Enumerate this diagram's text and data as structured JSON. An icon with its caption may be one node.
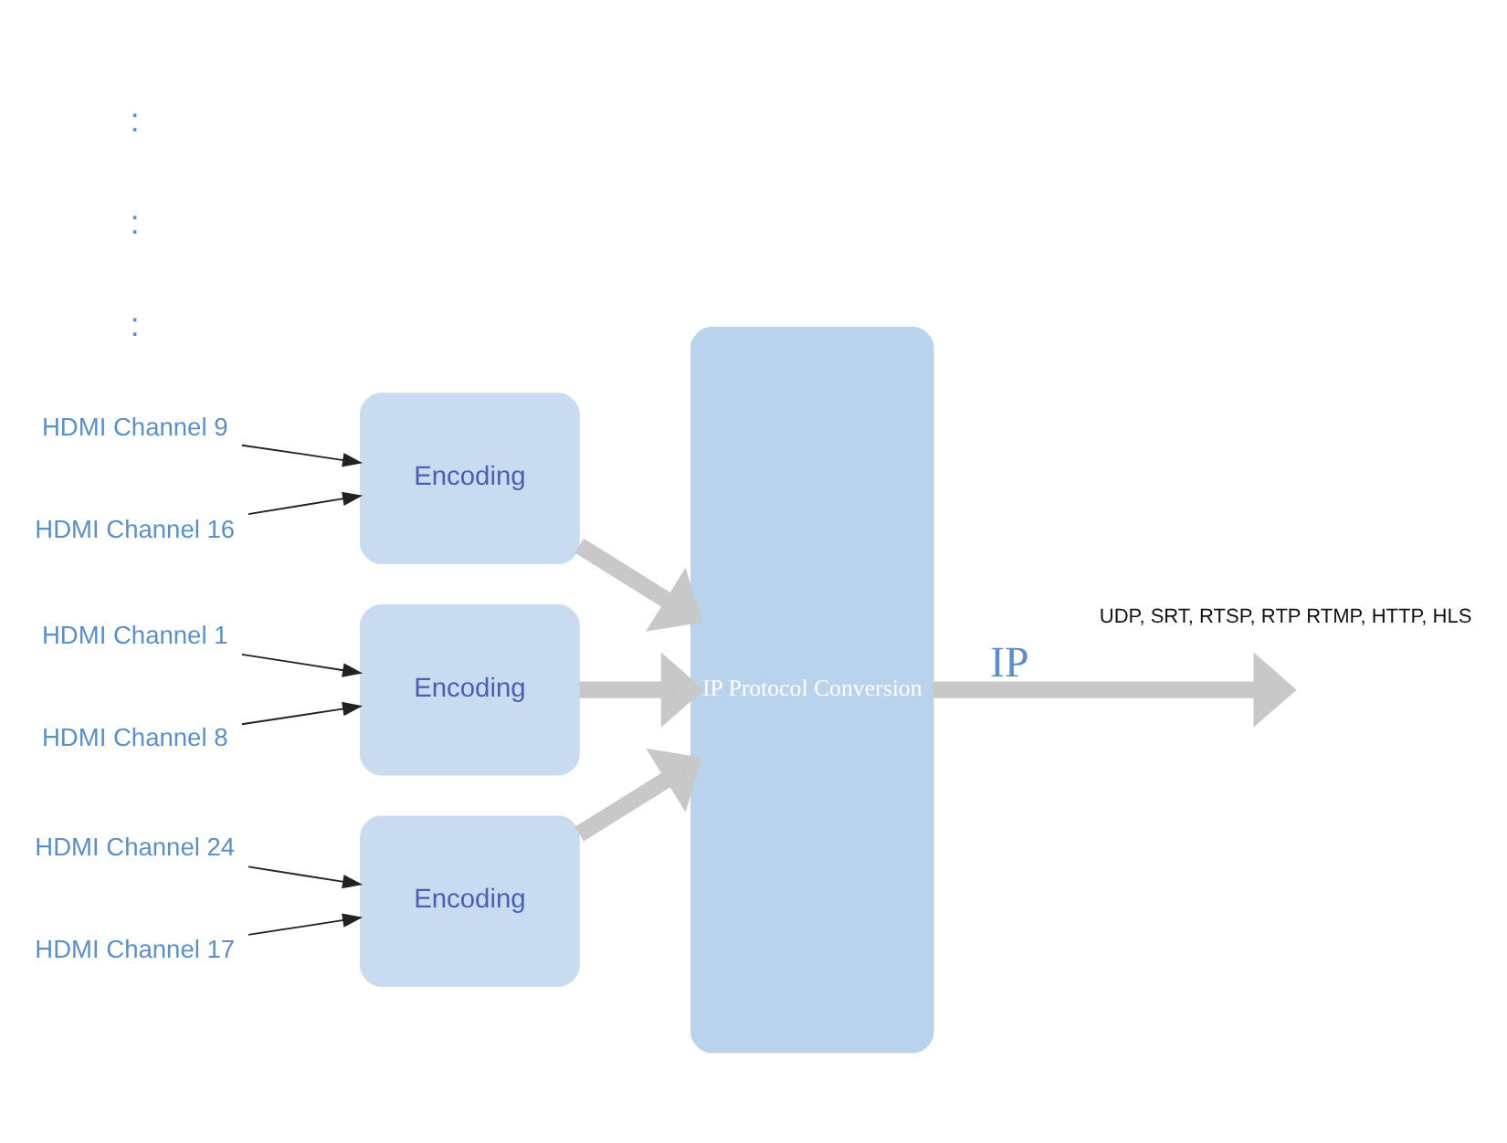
{
  "diagram": {
    "nodes": [
      {
        "text": [
          "HDMI Channel 1"
        ]
      },
      {
        "text": [
          "HDMI Channel 8"
        ]
      },
      {
        "text": [
          "Encoding"
        ]
      },
      {
        "text": [
          "HDMI Channel 9"
        ]
      },
      {
        "text": [
          "HDMI Channel 16"
        ]
      },
      {
        "text": [
          "Encoding"
        ]
      },
      {
        "text": [
          "HDMI Channel 17"
        ]
      },
      {
        "text": [
          "HDMI Channel 24"
        ]
      },
      {
        "text": [
          "Encoding"
        ]
      },
      {
        "text": [
          "IP Protocol Conversion"
        ]
      }
    ],
    "edges": [
      {
        "from": 0,
        "to": 2,
        "arrow": "to"
      },
      {
        "from": 1,
        "to": 2,
        "arrow": "to"
      },
      {
        "from": 3,
        "to": 5,
        "arrow": "to"
      },
      {
        "from": 4,
        "to": 5,
        "arrow": "to"
      },
      {
        "from": 6,
        "to": 8,
        "arrow": "to"
      },
      {
        "from": 7,
        "to": 8,
        "arrow": "to"
      },
      {
        "from": 2,
        "to": 9,
        "arrow": "to",
        "style": "thick",
        "color": "#c8c8c8"
      },
      {
        "from": 5,
        "to": 9,
        "arrow": "to",
        "style": "thick",
        "color": "#c8c8c8"
      },
      {
        "from": 8,
        "to": 9,
        "arrow": "to",
        "style": "thick",
        "color": "#c8c8c8"
      },
      {
        "from": 9,
        "to": null,
        "label": "IP",
        "arrow": "to",
        "style": "thick",
        "color": "#c8c8c8"
      }
    ],
    "labels": [
      ":",
      ":",
      ":",
      "UDP, SRT, RTSP, RTP RTMP, HTTP, HLS"
    ]
  }
}
